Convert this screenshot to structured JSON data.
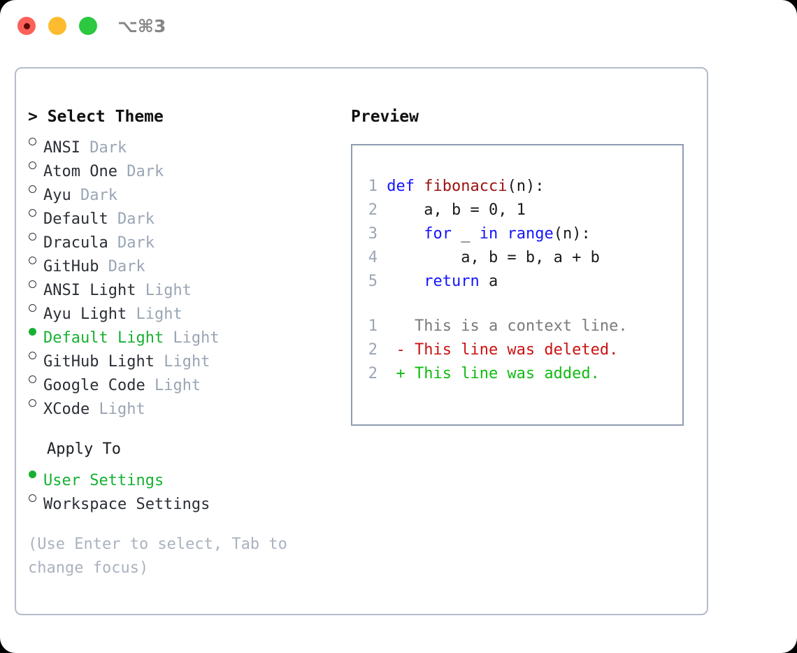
{
  "titlebar": {
    "shortcut": "⌥⌘3",
    "buttons": [
      {
        "name": "close",
        "color": "#fc6058"
      },
      {
        "name": "minimize",
        "color": "#fdbc2f"
      },
      {
        "name": "maximize",
        "color": "#2bc840"
      }
    ]
  },
  "theme_picker": {
    "heading": "> Select Theme",
    "items": [
      {
        "name": "ANSI",
        "tag": "Dark",
        "selected": false
      },
      {
        "name": "Atom One",
        "tag": "Dark",
        "selected": false
      },
      {
        "name": "Ayu",
        "tag": "Dark",
        "selected": false
      },
      {
        "name": "Default",
        "tag": "Dark",
        "selected": false
      },
      {
        "name": "Dracula",
        "tag": "Dark",
        "selected": false
      },
      {
        "name": "GitHub",
        "tag": "Dark",
        "selected": false
      },
      {
        "name": "ANSI Light",
        "tag": "Light",
        "selected": false
      },
      {
        "name": "Ayu Light",
        "tag": "Light",
        "selected": false
      },
      {
        "name": "Default Light",
        "tag": "Light",
        "selected": true
      },
      {
        "name": "GitHub Light",
        "tag": "Light",
        "selected": false
      },
      {
        "name": "Google Code",
        "tag": "Light",
        "selected": false
      },
      {
        "name": "XCode",
        "tag": "Light",
        "selected": false
      }
    ]
  },
  "apply_to": {
    "heading": "Apply To",
    "items": [
      {
        "name": "User Settings",
        "selected": true
      },
      {
        "name": "Workspace Settings",
        "selected": false
      }
    ]
  },
  "hint": "(Use Enter to select, Tab to change focus)",
  "preview": {
    "title": "Preview",
    "code_lines": [
      {
        "lno": "1",
        "tokens": [
          {
            "t": "def ",
            "c": "kw"
          },
          {
            "t": "fibonacci",
            "c": "fn"
          },
          {
            "t": "(n):",
            "c": "pl"
          }
        ]
      },
      {
        "lno": "2",
        "tokens": [
          {
            "t": "    a, b = 0, 1",
            "c": "pl"
          }
        ]
      },
      {
        "lno": "3",
        "tokens": [
          {
            "t": "    ",
            "c": "pl"
          },
          {
            "t": "for",
            "c": "kw"
          },
          {
            "t": " _ ",
            "c": "pl"
          },
          {
            "t": "in",
            "c": "kw"
          },
          {
            "t": " ",
            "c": "pl"
          },
          {
            "t": "range",
            "c": "kw"
          },
          {
            "t": "(n):",
            "c": "pl"
          }
        ]
      },
      {
        "lno": "4",
        "tokens": [
          {
            "t": "        a, b = b, a + b",
            "c": "pl"
          }
        ]
      },
      {
        "lno": "5",
        "tokens": [
          {
            "t": "    ",
            "c": "pl"
          },
          {
            "t": "return",
            "c": "kw"
          },
          {
            "t": " a",
            "c": "pl"
          }
        ]
      }
    ],
    "diff_lines": [
      {
        "lno": "1",
        "marker": "  ",
        "text": "This is a context line.",
        "kind": "ctx"
      },
      {
        "lno": "2",
        "marker": "- ",
        "text": "This line was deleted.",
        "kind": "del"
      },
      {
        "lno": "2",
        "marker": "+ ",
        "text": "This line was added.",
        "kind": "add"
      }
    ]
  },
  "colors": {
    "accent_green": "#17b132",
    "muted": "#9aa5b4",
    "keyword_blue": "#1414ff",
    "function_red": "#9b1111",
    "diff_added": "#11bb11",
    "diff_deleted": "#cc1111",
    "panel_border": "#b4bcca",
    "preview_border": "#8f9cb0"
  }
}
